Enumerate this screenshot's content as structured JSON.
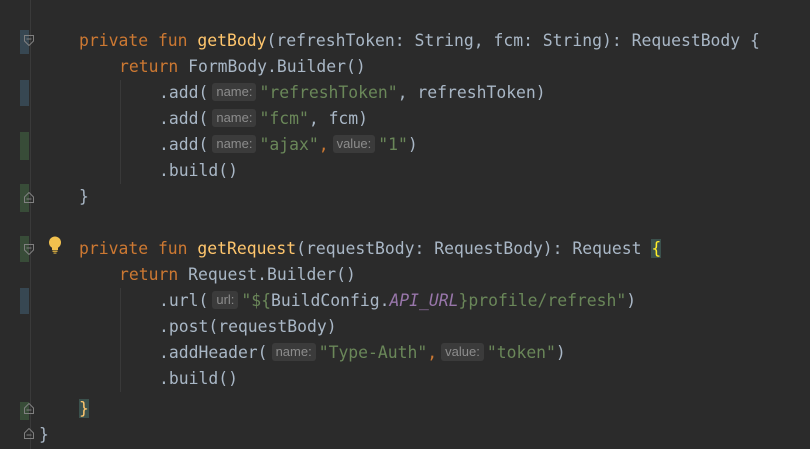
{
  "editor": {
    "language": "Kotlin",
    "theme": "Darcula",
    "colors": {
      "background": "#2b2b2b",
      "keyword": "#cc7832",
      "function": "#ffc66d",
      "string": "#6a8759",
      "constant": "#9876aa",
      "text": "#a9b7c6",
      "hint_bg": "#3b3b3b",
      "hint_text": "#8c8c8c",
      "brace_match_bg": "#3b514d"
    },
    "lines": {
      "l1": {
        "kw": "private fun ",
        "fn": "getBody",
        "rest": "(refreshToken: String, fcm: String): RequestBody {"
      },
      "l2": {
        "kw": "return ",
        "rest": "FormBody.Builder()"
      },
      "l3": {
        "pre": ".add(",
        "hint": "name:",
        "str": "\"refreshToken\"",
        "rest": ", refreshToken)"
      },
      "l4": {
        "pre": ".add(",
        "hint": "name:",
        "str": "\"fcm\"",
        "rest": ", fcm)"
      },
      "l5": {
        "pre": ".add(",
        "hint1": "name:",
        "str1": "\"ajax\"",
        "mid": ",",
        "hint2": "value:",
        "str2": "\"1\"",
        "rest": ")"
      },
      "l6": {
        "text": ".build()"
      },
      "l7": {
        "text": "}"
      },
      "l9": {
        "kw": "private fun ",
        "fn": "getRequest",
        "rest": "(requestBody: RequestBody): Request ",
        "brace": "{"
      },
      "l10": {
        "kw": "return ",
        "rest": "Request.Builder()"
      },
      "l11": {
        "pre": ".url(",
        "hint": "url:",
        "str_open": "\"${",
        "obj": "BuildConfig.",
        "const": "API_URL",
        "str_close": "}profile/refresh\"",
        "rest": ")"
      },
      "l12": {
        "text": ".post(requestBody)"
      },
      "l13": {
        "pre": ".addHeader(",
        "hint1": "name:",
        "str1": "\"Type-Auth\"",
        "mid": ",",
        "hint2": "value:",
        "str2": "\"token\"",
        "rest": ")"
      },
      "l14": {
        "text": ".build()"
      },
      "l15": {
        "brace": "}"
      },
      "l16": {
        "text": "}"
      }
    }
  }
}
